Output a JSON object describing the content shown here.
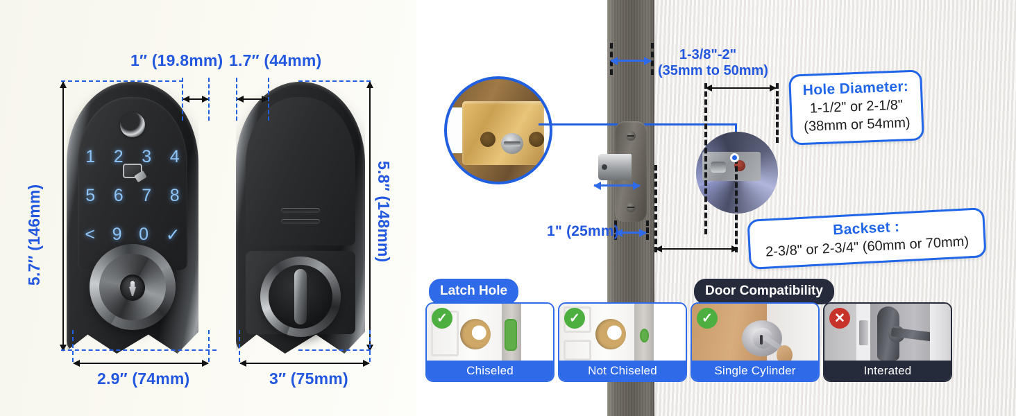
{
  "theme": {
    "blue": "#2166e8",
    "blue_text": "#2257df",
    "dark_navy": "#252b3b",
    "green": "#4caf3f",
    "red": "#c7332b",
    "bg_left": "#f9f8ef",
    "door_edge": "#6e6a62",
    "door_face": "#f2f0ee"
  },
  "front_lock": {
    "label_top_right": "1″ (19.8mm)",
    "label_left_height": "5.7″ (146mm)",
    "label_bottom_width": "2.9″ (74mm)",
    "keypad_rows": [
      [
        "1",
        "2",
        "3",
        "4"
      ],
      [
        "5",
        "6",
        "7",
        "8"
      ],
      [
        "<",
        "9",
        "0",
        "✓"
      ]
    ],
    "fingerprint_icon": "fingerprint-sensor",
    "card_icon": "rfid-card-icon",
    "keyhole_icon": "key-cylinder"
  },
  "back_lock": {
    "label_top_left": "1.7″ (44mm)",
    "label_right_height": "5.8″ (148mm)",
    "label_bottom_width": "3″ (75mm)",
    "unlock_icon": "open-padlock-icon",
    "thumbturn_icon": "thumb-turn"
  },
  "door_diagram": {
    "thickness_label_line1": "1-3/8\"-2\"",
    "thickness_label_line2": "(35mm to 50mm)",
    "faceplate_label": "1\" (25mm)",
    "magnifier_name": "latch-faceplate-magnifier",
    "latch_name": "door-latch-bolt",
    "bore_name": "bore-hole-cutaway"
  },
  "callouts": [
    {
      "name": "hole-diameter-callout",
      "title": "Hole Diameter:",
      "line1": "1-1/2\" or 2-1/8\"",
      "line2": "(38mm or 54mm)"
    },
    {
      "name": "backset-callout",
      "title": "Backset :",
      "line1": "2-3/8\" or 2-3/4\" (60mm or 70mm)",
      "line2": ""
    }
  ],
  "sections": [
    {
      "name": "latch-hole-section",
      "badge": "Latch Hole",
      "style": "blue"
    },
    {
      "name": "door-compatibility-section",
      "badge": "Door Compatibility",
      "style": "dark"
    }
  ],
  "cards": [
    {
      "name": "card-chiseled",
      "caption": "Chiseled",
      "mark": "✓",
      "mark_type": "ok",
      "style": "blue"
    },
    {
      "name": "card-not-chiseled",
      "caption": "Not Chiseled",
      "mark": "✓",
      "mark_type": "ok",
      "style": "blue"
    },
    {
      "name": "card-single-cylinder",
      "caption": "Single Cylinder",
      "mark": "✓",
      "mark_type": "ok",
      "style": "blue"
    },
    {
      "name": "card-interated",
      "caption": "Interated",
      "mark": "✕",
      "mark_type": "no",
      "style": "dark"
    }
  ]
}
